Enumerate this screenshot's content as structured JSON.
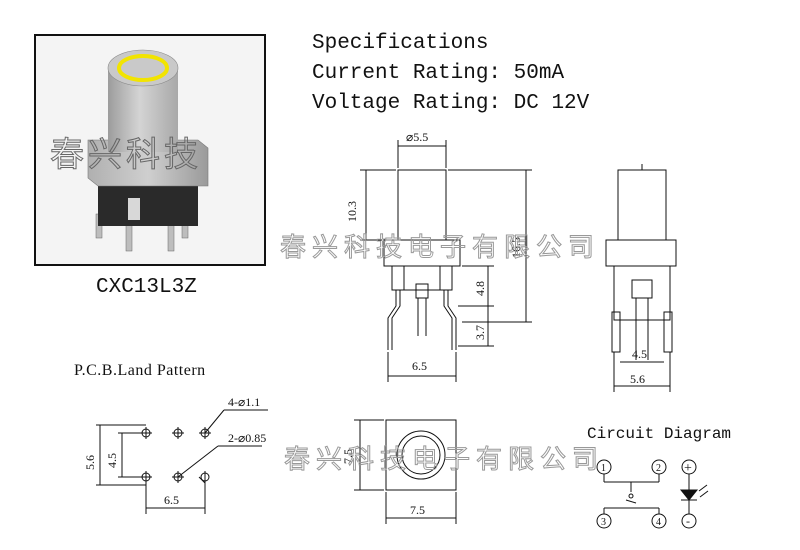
{
  "specifications": {
    "heading": "Specifications",
    "current_rating": "Current Rating: 50mA",
    "voltage_rating": "Voltage Rating: DC 12V"
  },
  "product": {
    "model": "CXC13L3Z",
    "photo_watermark": "春兴科技"
  },
  "watermark_text": "春兴科技电子有限公司",
  "front_view": {
    "cap_diameter": "⌀5.5",
    "cap_height": "10.3",
    "total_height": "16.5",
    "body_height": "4.8",
    "pin_length": "3.7",
    "pin_span": "6.5"
  },
  "side_view": {
    "inner_width": "4.5",
    "outer_width": "5.6"
  },
  "pcb_pattern": {
    "title": "P.C.B.Land Pattern",
    "hole_large": "4-⌀1.1",
    "hole_small": "2-⌀0.85",
    "outer_height": "5.6",
    "inner_height": "4.5",
    "width": "6.5"
  },
  "top_view": {
    "height": "7.5",
    "width": "7.5"
  },
  "circuit": {
    "title": "Circuit Diagram",
    "pin_labels": [
      "1",
      "2",
      "3",
      "4"
    ],
    "led_plus": "+",
    "led_minus": "-"
  },
  "colors": {
    "line": "#111111",
    "cap_ring": "#f2e400",
    "cap_gray": "#b8b8b8",
    "watermark": "#999999"
  }
}
